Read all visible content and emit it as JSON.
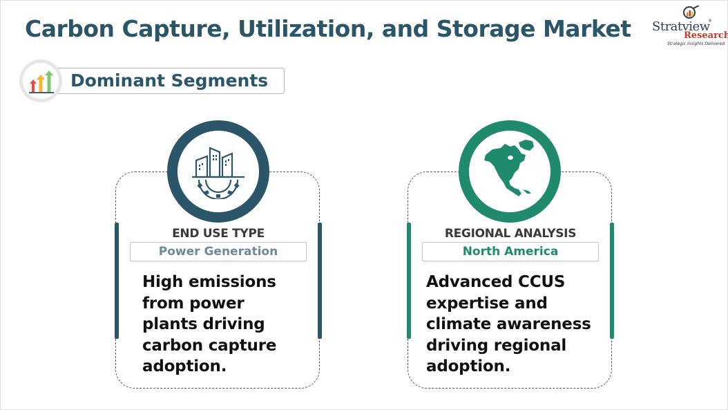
{
  "header": {
    "title": "Carbon Capture, Utilization, and Storage Market"
  },
  "logo": {
    "brand": "Stratview",
    "registered": "®",
    "sub": "Research",
    "tagline": "Strategic Insights Delivered",
    "icon": "magnifier-chart-icon"
  },
  "section": {
    "label": "Dominant Segments",
    "icon": "growth-arrows-icon"
  },
  "cards": [
    {
      "icon": "buildings-gear-icon",
      "category": "END USE TYPE",
      "value": "Power Generation",
      "description_lines": [
        "High emissions",
        "from power",
        "plants driving",
        "carbon capture",
        "adoption."
      ],
      "accent": "#2b5568",
      "value_color": "#6b8a9c"
    },
    {
      "icon": "north-america-map-icon",
      "category": "REGIONAL ANALYSIS",
      "value": "North America",
      "description_lines": [
        "Advanced CCUS",
        "expertise and",
        "climate awareness",
        "driving regional",
        "adoption."
      ],
      "accent": "#1f8a6e",
      "value_color": "#1f8a6e"
    }
  ]
}
